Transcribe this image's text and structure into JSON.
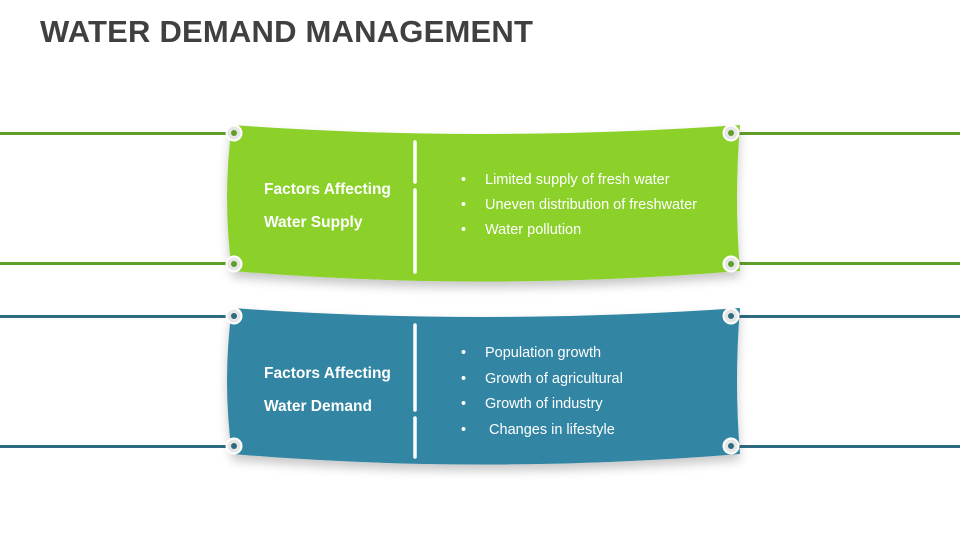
{
  "title": "WATER DEMAND MANAGEMENT",
  "colors": {
    "green_panel": "#8bd12a",
    "green_rope": "#5f9e2a",
    "blue_panel": "#3285a3",
    "blue_rope": "#2e6a80",
    "title": "#404040"
  },
  "supply": {
    "label_line1": "Factors Affecting",
    "label_line2": "Water Supply",
    "items": [
      "Limited supply of fresh water",
      "Uneven distribution of freshwater",
      "Water pollution"
    ]
  },
  "demand": {
    "label_line1": "Factors Affecting",
    "label_line2": "Water Demand",
    "items": [
      "Population growth",
      "Growth of agricultural",
      "Growth of industry",
      " Changes in lifestyle"
    ]
  }
}
